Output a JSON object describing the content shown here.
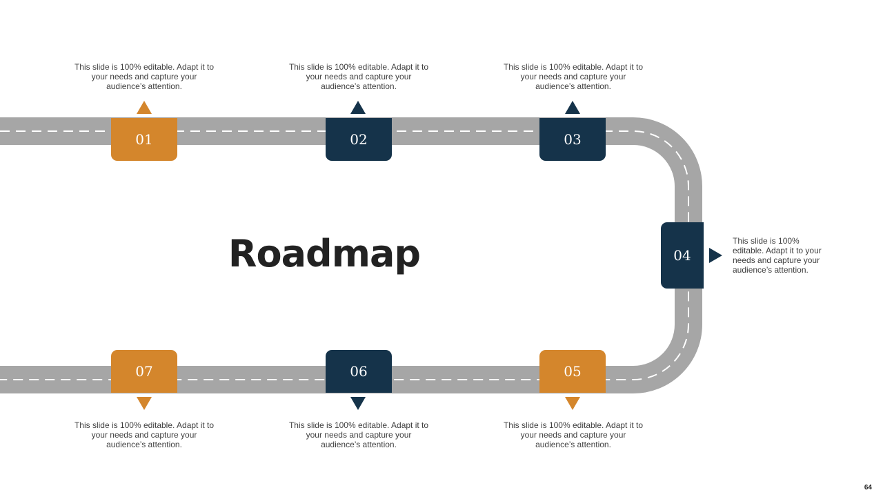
{
  "title": "Roadmap",
  "page_number": "64",
  "colors": {
    "orange": "#d4862c",
    "navy": "#15334a",
    "road": "#a6a6a6",
    "lane": "#ffffff"
  },
  "steps": [
    {
      "label": "01",
      "text": "This slide is 100% editable. Adapt it to your needs and capture your audience’s attention.",
      "color": "orange"
    },
    {
      "label": "02",
      "text": "This slide is 100% editable. Adapt it to your needs and capture your audience’s attention.",
      "color": "navy"
    },
    {
      "label": "03",
      "text": "This slide is 100% editable. Adapt it to your needs and capture your audience’s attention.",
      "color": "navy"
    },
    {
      "label": "04",
      "text": "This slide is 100% editable. Adapt it to your needs and capture your audience’s attention.",
      "color": "navy"
    },
    {
      "label": "05",
      "text": "This slide is 100% editable. Adapt it to your needs and capture your audience’s attention.",
      "color": "orange"
    },
    {
      "label": "06",
      "text": "This slide is 100% editable. Adapt it to your needs and capture your audience’s attention.",
      "color": "navy"
    },
    {
      "label": "07",
      "text": "This slide is 100% editable. Adapt it to your needs and capture your audience’s attention.",
      "color": "orange"
    }
  ]
}
